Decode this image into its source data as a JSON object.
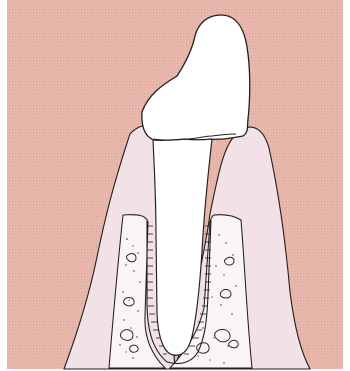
{
  "diagram": {
    "colors": {
      "background": "#e7b5a9",
      "paper": "#ffffff",
      "gingiva": "#f2e1e7",
      "bone_fill": "#fbf4f6",
      "tooth": "#ffffff",
      "outline": "#202020",
      "stipple": "#2b2b2b"
    },
    "components": [
      "crown",
      "root",
      "gingiva",
      "alveolar-bone",
      "periodontal-ligament",
      "cemento-enamel-junction"
    ]
  }
}
